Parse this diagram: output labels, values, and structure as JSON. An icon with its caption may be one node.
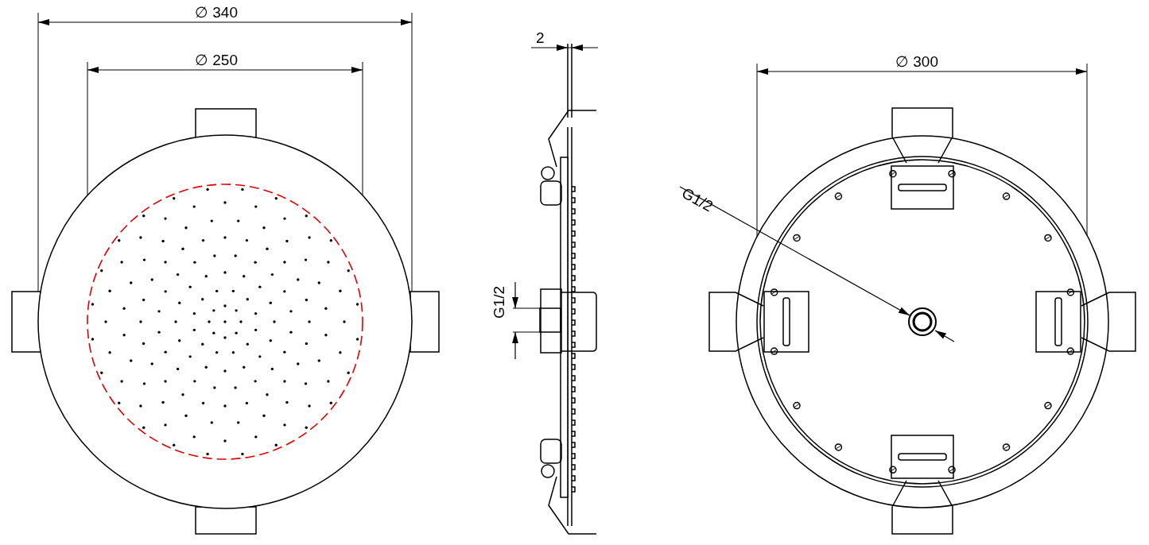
{
  "diagram": {
    "labels": [
      "∅ 340",
      "∅ 250",
      "2",
      "G1/2",
      "∅ 300",
      "G1/2"
    ]
  }
}
